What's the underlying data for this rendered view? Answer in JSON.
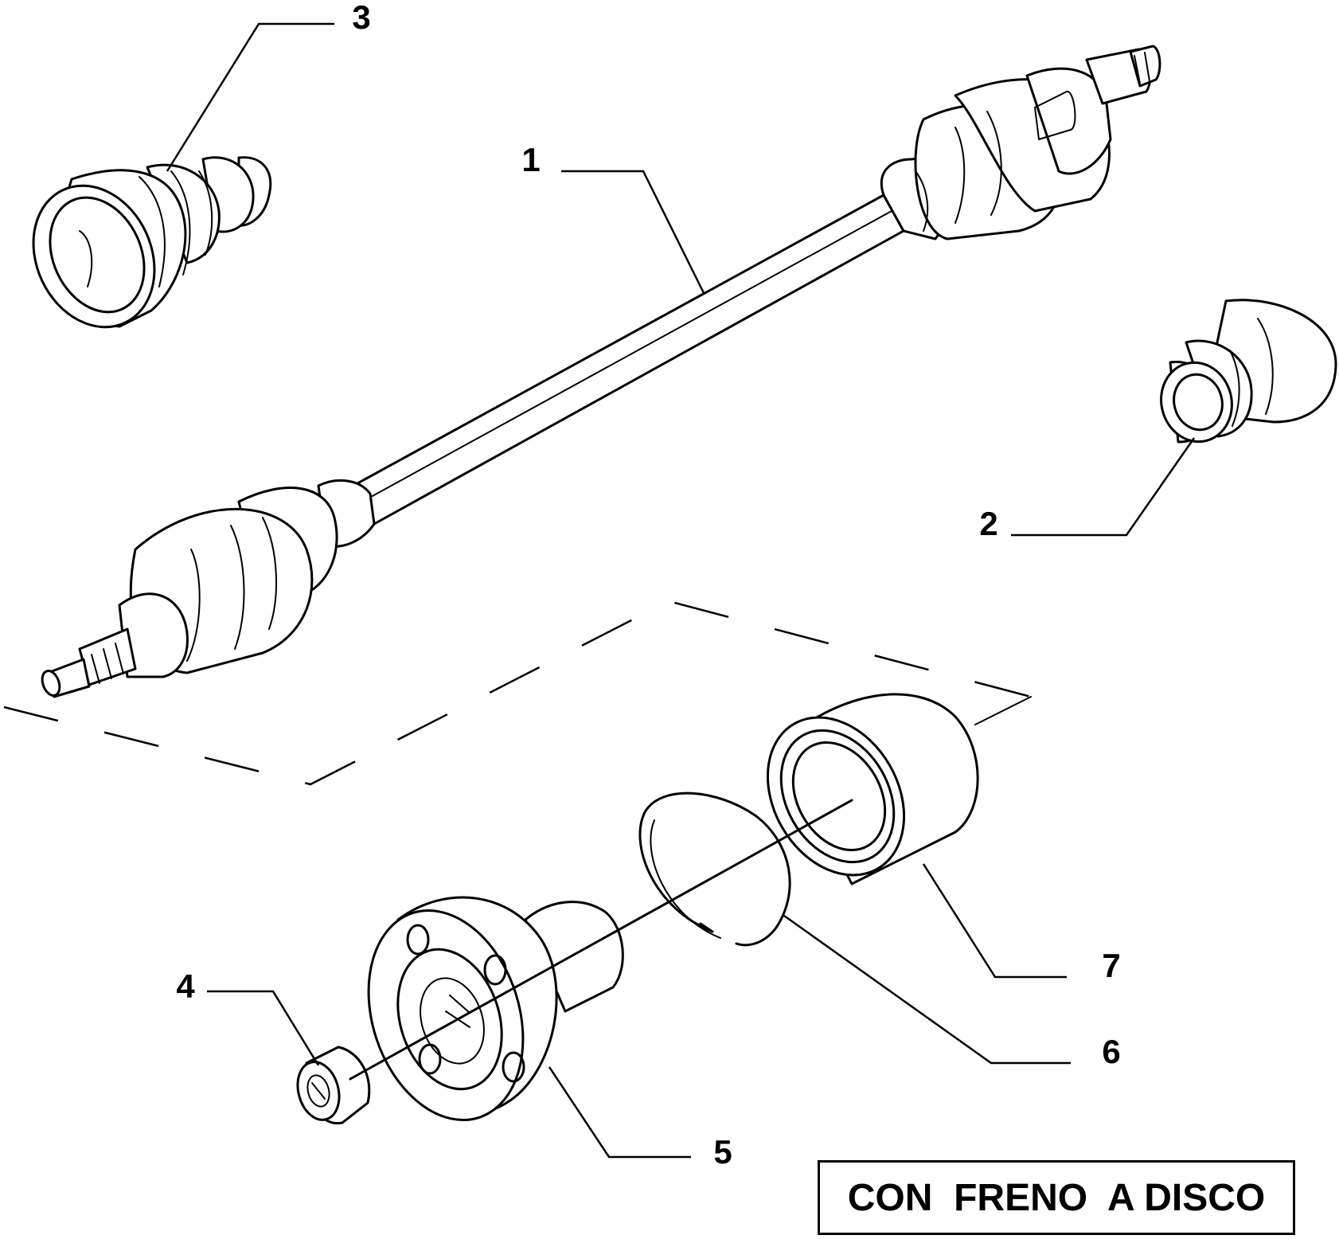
{
  "callouts": {
    "c1": "1",
    "c2": "2",
    "c3": "3",
    "c4": "4",
    "c5": "5",
    "c6": "6",
    "c7": "7"
  },
  "note": {
    "label": "CON  FRENO  A DISCO"
  }
}
